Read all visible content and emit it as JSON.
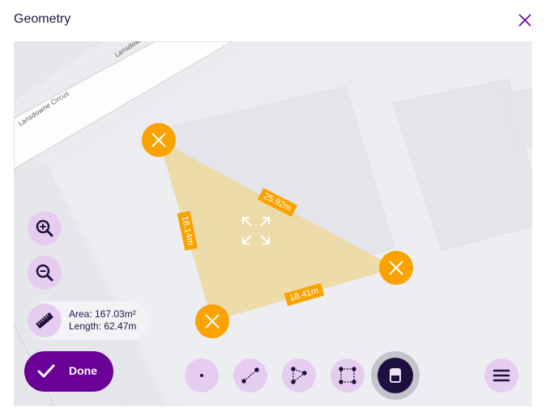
{
  "dialog": {
    "title": "Geometry",
    "close_icon": "close-icon"
  },
  "map": {
    "street_labels": [
      "Lansdowne Circus",
      "Lansdow..."
    ],
    "polygon": {
      "fill": "#edd9a5",
      "vertex_color": "#f9a200",
      "edges": [
        {
          "label": "25.92m"
        },
        {
          "label": "18.14m"
        },
        {
          "label": "18.41m"
        }
      ],
      "vertex_count": 3
    },
    "fit_icon": "expand-icon"
  },
  "controls": {
    "zoom_in_icon": "zoom-in-icon",
    "zoom_out_icon": "zoom-out-icon",
    "measurement": {
      "icon": "ruler-icon",
      "area": "Area: 167.03m²",
      "length": "Length: 62.47m"
    },
    "done_label": "Done"
  },
  "toolbar": {
    "tools": [
      {
        "name": "point",
        "icon": "point-icon"
      },
      {
        "name": "line",
        "icon": "line-icon"
      },
      {
        "name": "polygon",
        "icon": "polygon-icon"
      },
      {
        "name": "rectangle",
        "icon": "rectangle-icon"
      },
      {
        "name": "eraser",
        "icon": "eraser-icon",
        "active": true
      }
    ],
    "menu_icon": "menu-icon"
  },
  "colors": {
    "accent": "#6a0096",
    "button_bg": "#e6cdf0",
    "dark": "#1e0f3e",
    "orange": "#f9a200"
  }
}
